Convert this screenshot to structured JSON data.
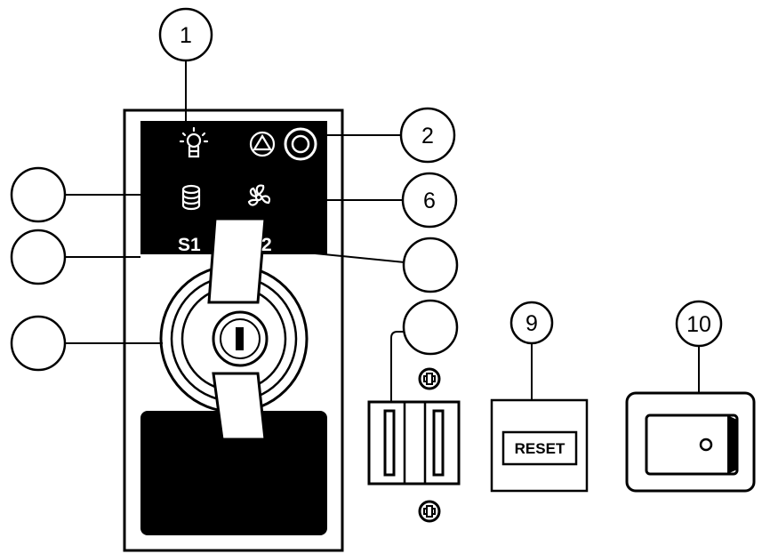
{
  "callouts": {
    "c1": "1",
    "c2": "2",
    "c6": "6",
    "c9": "9",
    "c10": "10"
  },
  "panel": {
    "selector_left": "S1",
    "selector_right": "S2"
  },
  "reset_button": {
    "label": "RESET"
  },
  "icons": [
    "lamp-icon",
    "circle-triangle-icon",
    "circle-ring-icon",
    "disk-stack-icon",
    "fan-icon",
    "plus-screw-icon"
  ],
  "colors": {
    "panel": "#000000",
    "outline": "#000000",
    "background": "#ffffff"
  }
}
